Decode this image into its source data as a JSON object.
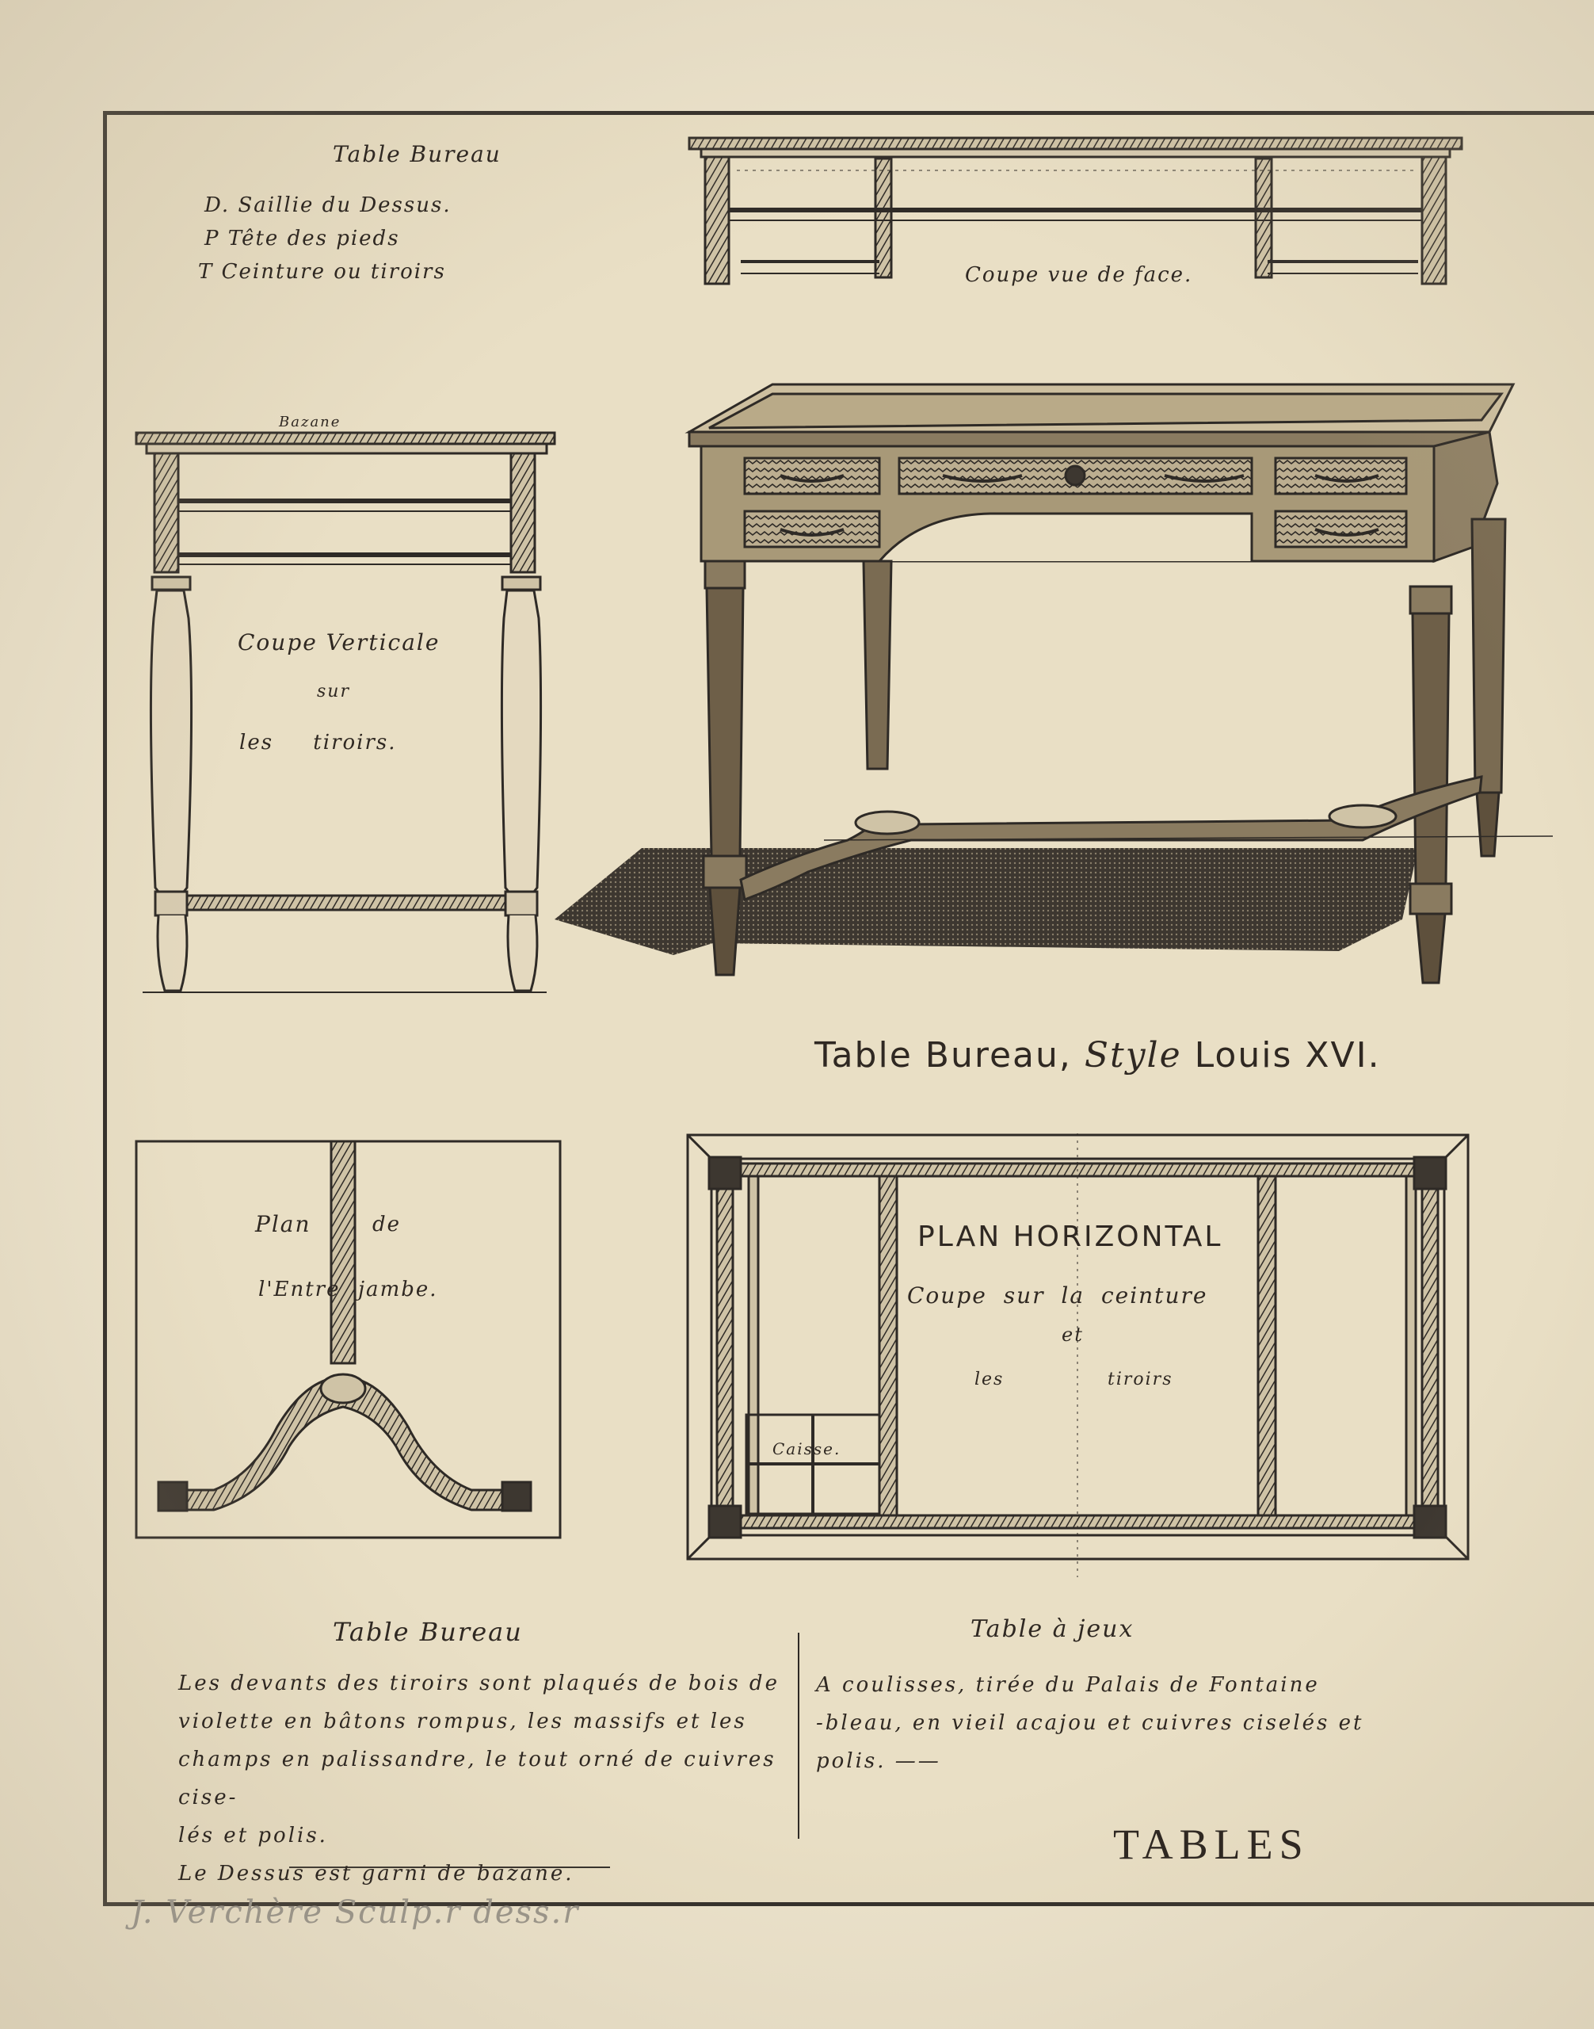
{
  "legend": {
    "title": "Table Bureau",
    "line_d": "D. Saillie du Dessus.",
    "line_p": "P Tête des pieds",
    "line_t": "T Ceinture ou tiroirs"
  },
  "front_section_caption": "Coupe vue de face.",
  "bazane_label": "Bazane",
  "vertical_section": {
    "line1": "Coupe Verticale",
    "line2": "sur",
    "line3": "les tiroirs."
  },
  "main_caption": {
    "part1": "Table Bureau,",
    "part2": "Style",
    "part3": "Louis XVI."
  },
  "entrejambe_plan": {
    "line1a": "Plan",
    "line1b": "de",
    "line2a": "l'Entre",
    "line2b": "jambe."
  },
  "horizontal_plan": {
    "title": "PLAN HORIZONTAL",
    "line1": "Coupe sur la ceinture",
    "line2": "et",
    "line3a": "les",
    "line3b": "tiroirs",
    "caisse": "Caisse."
  },
  "desc_left": {
    "heading": "Table Bureau",
    "lines": [
      "Les devants des tiroirs sont plaqués de bois de",
      "violette en bâtons rompus, les massifs et les",
      "champs en palissandre, le tout orné de cuivres cise-",
      "lés et polis.",
      "Le Dessus est garni de bazane."
    ]
  },
  "desc_right": {
    "heading": "Table à jeux",
    "lines": [
      "A coulisses, tirée du Palais de Fontaine",
      "-bleau, en vieil acajou et cuivres ciselés et",
      "polis. ——"
    ]
  },
  "plate_title": "TABLES",
  "signature": "J. Verchère Sculp.r dess.r",
  "colors": {
    "paper": "#e9dfc5",
    "ink": "#2e2a26",
    "wood": "#6a5a45",
    "shadow": "#3d3730"
  }
}
